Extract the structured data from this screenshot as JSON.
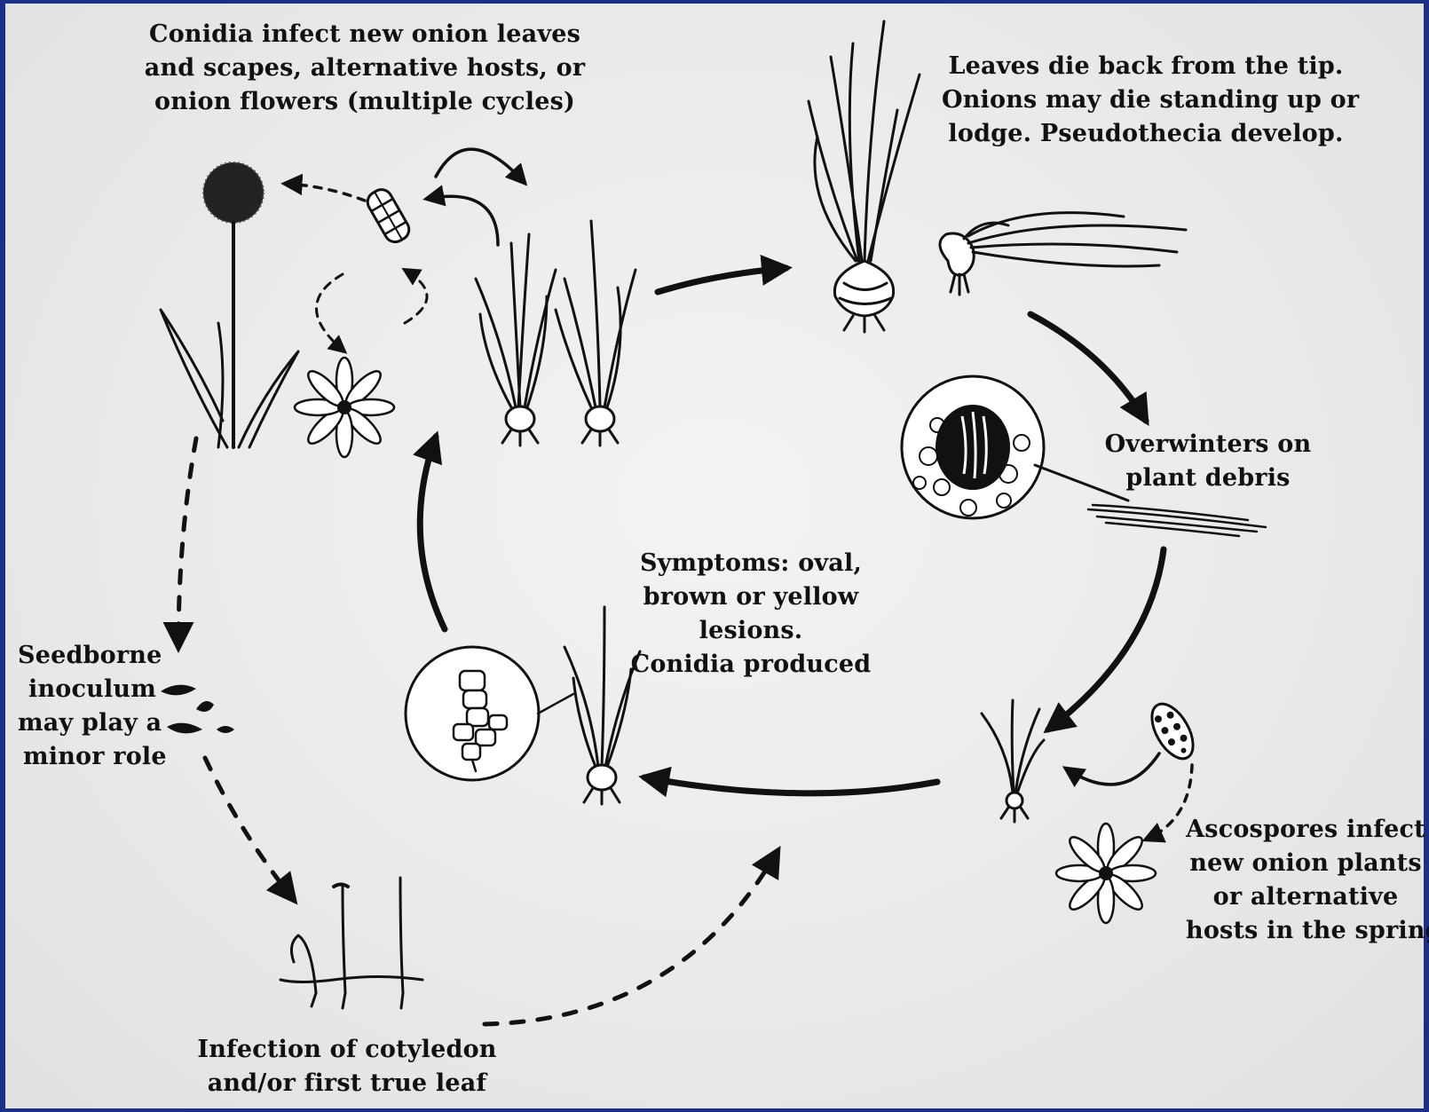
{
  "labels": {
    "conidia_infect": [
      "Conidia infect new onion leaves",
      "and scapes,  alternative hosts, or",
      "onion flowers (multiple cycles)"
    ],
    "leaves_die": [
      "Leaves die back from the tip.",
      "Onions may die standing up or",
      "lodge. Pseudothecia develop."
    ],
    "overwinters": [
      "Overwinters on",
      "plant debris"
    ],
    "symptoms": [
      "Symptoms: oval,",
      "brown or yellow",
      "lesions.",
      "Conidia produced"
    ],
    "seedborne": [
      "Seedborne",
      "inoculum",
      "may play a",
      "minor role"
    ],
    "ascospores": [
      "Ascospores infect",
      "new onion plants",
      "or alternative",
      "hosts in the spring"
    ],
    "cotyledon": [
      "Infection of cotyledon",
      "and/or first true leaf"
    ]
  },
  "icons": [
    "onion-flower-icon",
    "conidium-icon",
    "alternative-host-icon",
    "young-onion-plants-icon",
    "mature-onion-icon",
    "lodged-onion-icon",
    "pseudothecium-magnified-icon",
    "plant-debris-icon",
    "seedling-icon",
    "ascospore-icon",
    "alternative-host-spring-icon",
    "lesion-magnified-icon",
    "symptomatic-onion-icon",
    "onion-seeds-icon",
    "germinating-seedlings-icon"
  ]
}
